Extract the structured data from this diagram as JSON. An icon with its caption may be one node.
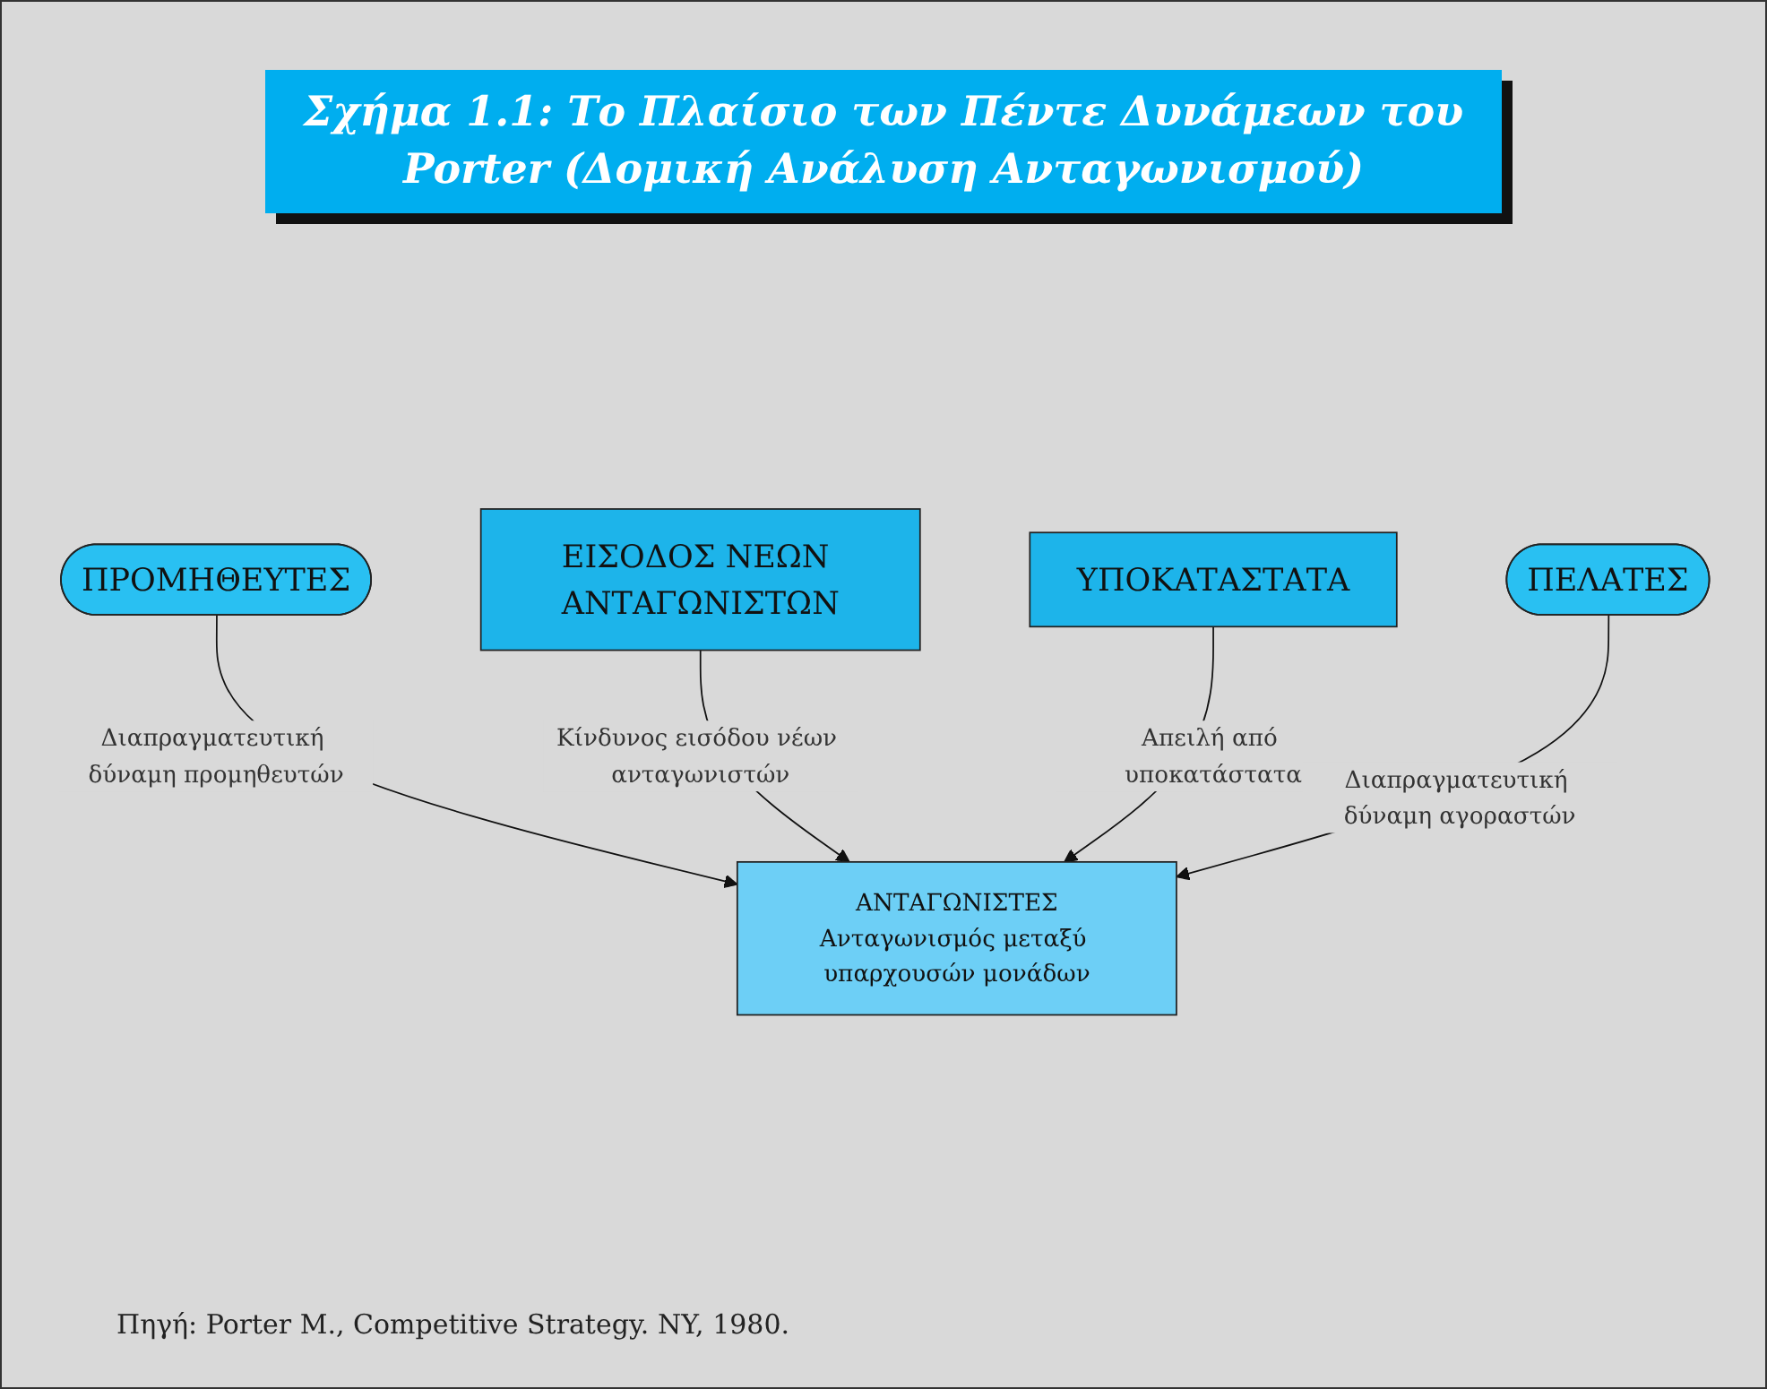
{
  "diagram": {
    "title": "Σχήμα 1.1: Το Πλαίσιο των Πέντε Δυνάμεων του Porter (Δομική Ανάλυση Ανταγωνισμού)",
    "caption": "Πηγή: Porter M., Competitive Strategy. NY, 1980.",
    "nodes": [
      {
        "text": [
          "ΠΡΟΜΗΘΕΥΤΕΣ"
        ]
      },
      {
        "text": [
          "ΑΝΤΑΓΩΝΙΣΤΕΣ",
          "Ανταγωνισμός μεταξύ υπαρχουσών μονάδων"
        ]
      },
      {
        "text": [
          "ΕΙΣΟΔΟΣ ΝΕΩΝ ΑΝΤΑΓΩΝΙΣΤΩΝ"
        ]
      },
      {
        "text": [
          "ΥΠΟΚΑΤΑΣΤΑΤΑ"
        ]
      },
      {
        "text": [
          "ΠΕΛΑΤΕΣ"
        ]
      }
    ],
    "edges": [
      {
        "from": 0,
        "to": 1,
        "arrow": "to",
        "label": "Διαπραγματευτική δύναμη προμηθευτών"
      },
      {
        "from": 2,
        "to": 1,
        "arrow": "to",
        "label": "Κίνδυνος εισόδου νέων ανταγωνιστών"
      },
      {
        "from": 3,
        "to": 1,
        "arrow": "to",
        "label": "Απειλή από υποκατάστατα"
      },
      {
        "from": 4,
        "to": 1,
        "arrow": "to",
        "label": "Διαπραγματευτική δύναμη αγοραστών"
      }
    ]
  }
}
